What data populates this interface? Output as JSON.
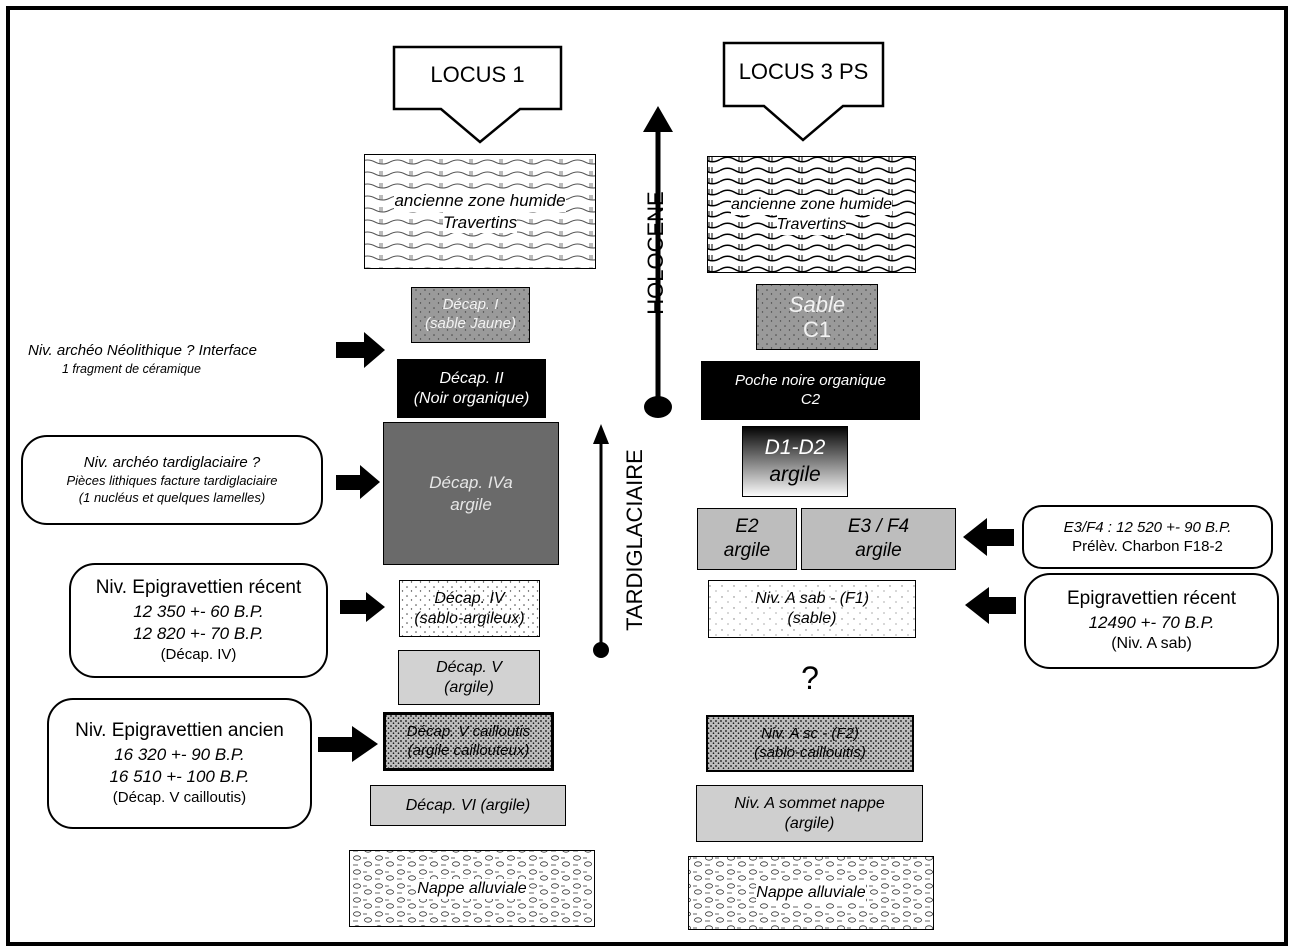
{
  "loci": {
    "locus1": "LOCUS 1",
    "locus3": "LOCUS 3 PS"
  },
  "periods": {
    "holocene": "HOLOCENE",
    "tardiglaciaire": "TARDIGLACIAIRE"
  },
  "left_layers": {
    "travertins": [
      "ancienne zone humide",
      "Travertins"
    ],
    "decap1": [
      "Décap. I",
      "(sable Jaune)"
    ],
    "decap2": [
      "Décap. II",
      "(Noir organique)"
    ],
    "decap4a": [
      "Décap. IVa",
      "argile"
    ],
    "decap4": [
      "Décap. IV",
      "(sablo-argileux)"
    ],
    "decap5": [
      "Décap. V",
      "(argile)"
    ],
    "decap5c": [
      "Décap. V cailloutis",
      "(argile caillouteux)"
    ],
    "decap6": [
      "Décap. VI (argile)"
    ],
    "nappe": [
      "Nappe alluviale"
    ]
  },
  "right_layers": {
    "travertins": [
      "ancienne zone humide",
      "Travertins"
    ],
    "sable": [
      "Sable",
      "C1"
    ],
    "poche": [
      "Poche noire organique",
      "C2"
    ],
    "d1d2": [
      "D1-D2",
      "argile"
    ],
    "e2": [
      "E2",
      "argile"
    ],
    "e3f4": [
      "E3 / F4",
      "argile"
    ],
    "nivasab": [
      "Niv. A sab - (F1)",
      "(sable)"
    ],
    "question": "?",
    "nivasc": [
      "Niv. A sc - (F2)",
      "(sablo-caillouitis)"
    ],
    "sommet": [
      "Niv. A sommet nappe",
      "(argile)"
    ],
    "nappe": [
      "Nappe alluviale"
    ]
  },
  "annotations": {
    "neolithique": [
      "Niv. archéo Néolithique ?  Interface",
      "1 fragment de céramique"
    ],
    "tardiglaciaire": [
      "Niv. archéo tardiglaciaire ?",
      "Pièces lithiques facture tardiglaciaire",
      "(1 nucléus et quelques lamelles)"
    ],
    "epi_recent_l1": [
      "Niv. Epigravettien récent",
      "12 350 +- 60 B.P.",
      "12 820 +- 70 B.P.",
      "(Décap. IV)"
    ],
    "epi_ancien": [
      "Niv. Epigravettien ancien",
      "16 320 +- 90 B.P.",
      "16 510 +- 100 B.P.",
      "(Décap. V cailloutis)"
    ],
    "e3f4": [
      "E3/F4 : 12 520 +- 90 B.P.",
      "Prélèv. Charbon F18-2"
    ],
    "epi_recent_l3": [
      "Epigravettien récent",
      "12490 +- 70 B.P.",
      "(Niv. A sab)"
    ]
  }
}
